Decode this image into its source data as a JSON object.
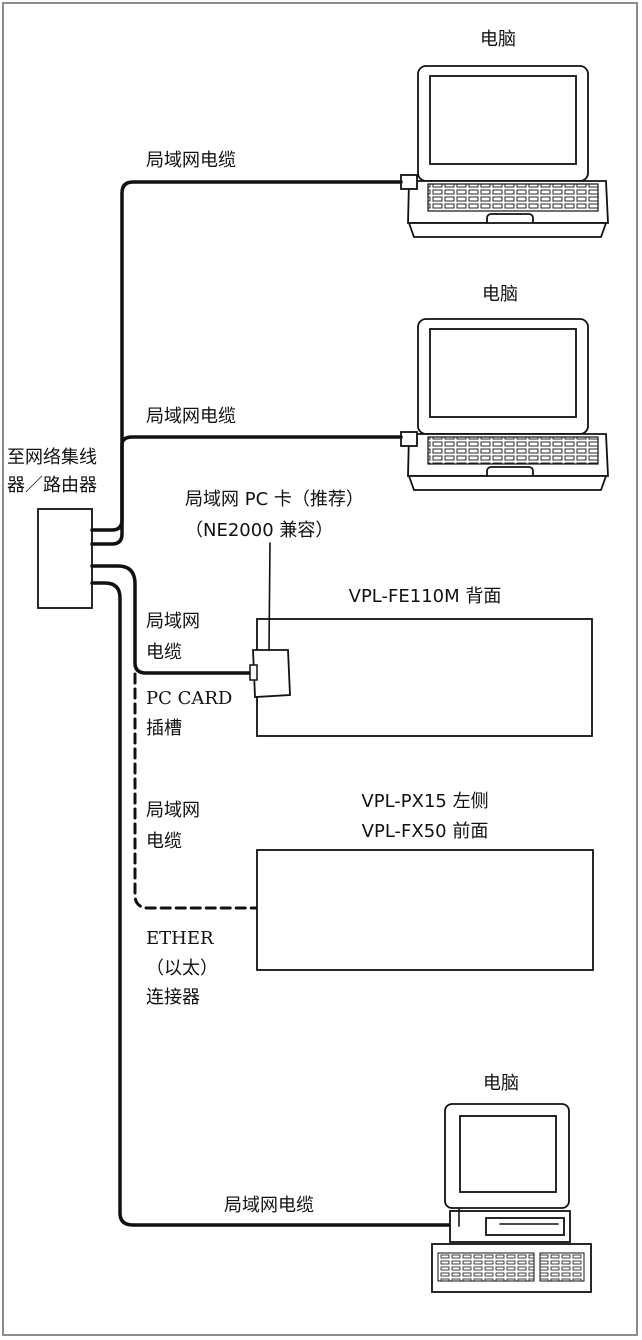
{
  "labels": {
    "computer_top": "电脑",
    "computer_middle": "电脑",
    "computer_bottom": "电脑",
    "lan_cable_top": "局域网电缆",
    "lan_cable_middle": "局域网电缆",
    "lan_cable_bottom": "局域网电缆",
    "hub_line_1": "至网络集线",
    "hub_line_2": "器／路由器",
    "pc_card_line_1": "局域网 PC 卡（推荐）",
    "pc_card_line_2": "（NE2000 兼容）",
    "fe110m_back": "VPL-FE110M 背面",
    "lan_cable_pc_card_line_1": "局域网",
    "lan_cable_pc_card_line_2": "电缆",
    "pc_card_slot_line_1": "PC CARD",
    "pc_card_slot_line_2": "插槽",
    "lan_cable_ether_line_1": "局域网",
    "lan_cable_ether_line_2": "电缆",
    "px15_left": "VPL-PX15 左侧",
    "fx50_front": "VPL-FX50 前面",
    "ether_line_1": "ETHER",
    "ether_line_2": "（以太）",
    "ether_line_3": "连接器"
  },
  "icons": {
    "top_laptop": "laptop-icon",
    "middle_laptop": "laptop-icon",
    "bottom_desktop": "desktop-computer-icon",
    "hub_router": "hub-router-box",
    "pc_card": "pc-card-icon"
  }
}
